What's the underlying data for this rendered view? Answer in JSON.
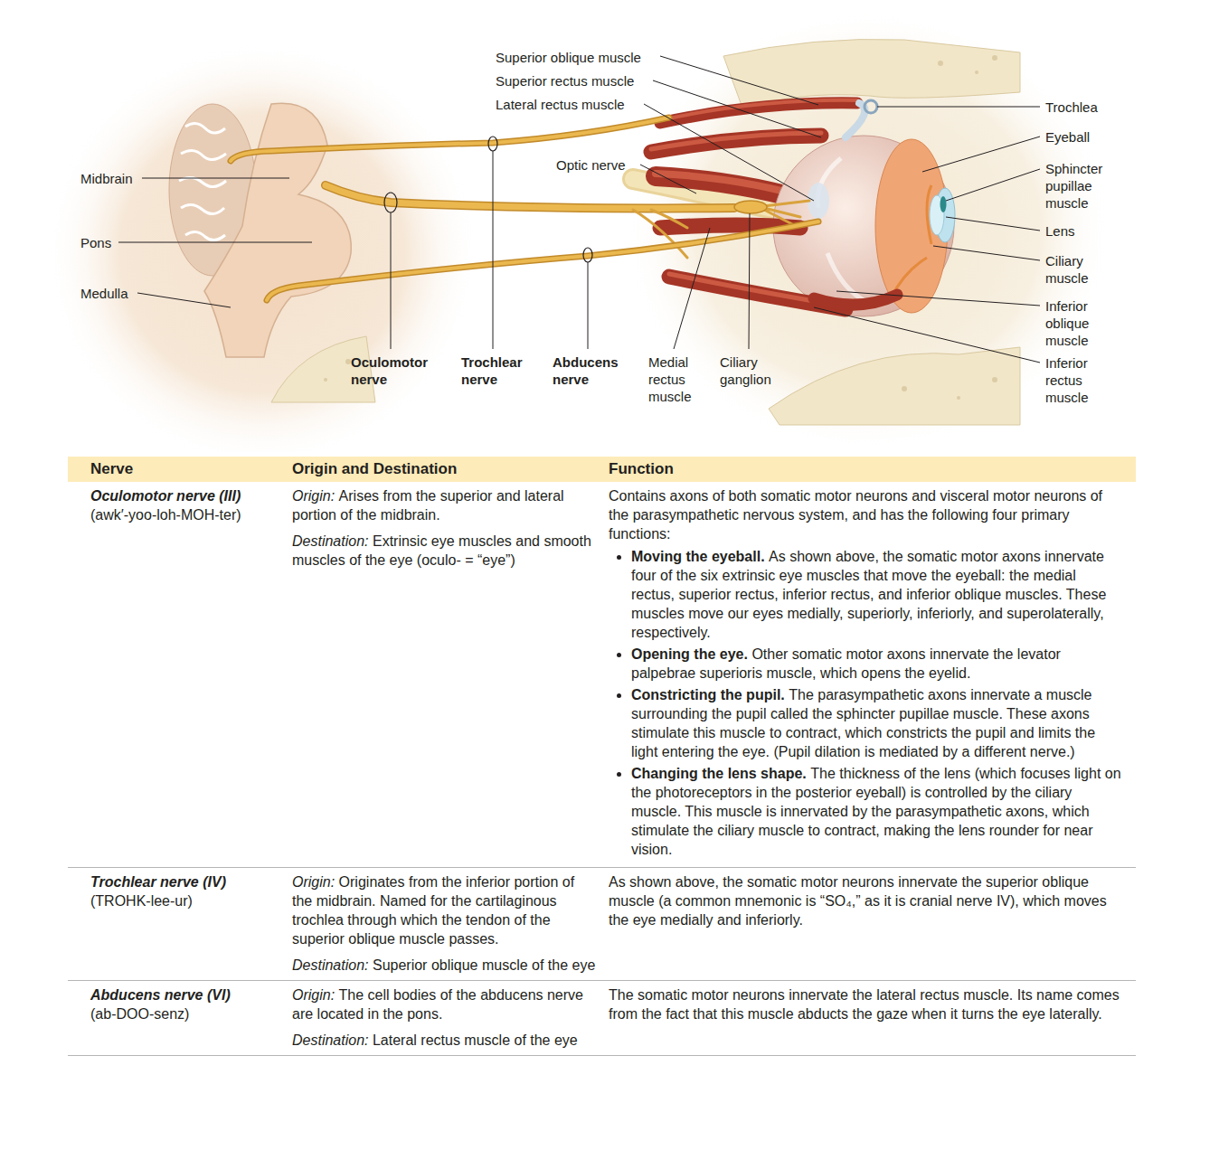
{
  "diagram": {
    "labels": [
      "Superior oblique muscle",
      "Superior rectus muscle",
      "Lateral rectus muscle",
      "Trochlea",
      "Eyeball",
      "Sphincter pupillae muscle",
      "Lens",
      "Ciliary muscle",
      "Inferior oblique muscle",
      "Inferior rectus muscle",
      "Midbrain",
      "Pons",
      "Medulla",
      "Optic nerve",
      "Oculomotor nerve",
      "Trochlear nerve",
      "Abducens nerve",
      "Medial rectus muscle",
      "Ciliary ganglion",
      "Nerve",
      "Origin and Destination",
      "Function",
      "Oculomotor nerve (III)",
      "(awk′-yoo-loh-MOH-ter)",
      "Origin:",
      "Arises from the superior and lateral portion of the midbrain.",
      "Destination:",
      "Extrinsic eye muscles and smooth muscles of the eye (oculo- = “eye”)",
      "Contains axons of both somatic motor neurons and visceral motor neurons of the parasympathetic nervous system, and has the following four primary functions:",
      "Moving the eyeball.",
      "As shown above, the somatic motor axons innervate four of the six extrinsic eye muscles that move the eyeball: the medial rectus, superior rectus, inferior rectus, and inferior oblique muscles. These muscles move our eyes medially, superiorly, inferiorly, and superolaterally, respectively.",
      "Opening the eye.",
      "Other somatic motor axons innervate the levator palpebrae superioris muscle, which opens the eyelid.",
      "Constricting the pupil.",
      "The parasympathetic axons innervate a muscle surrounding the pupil called the sphincter pupillae muscle. These axons stimulate this muscle to contract, which constricts the pupil and limits the light entering the eye. (Pupil dilation is mediated by a different nerve.)",
      "Changing the lens shape.",
      "The thickness of the lens (which focuses light on the photoreceptors in the posterior eyeball) is controlled by the ciliary muscle. This muscle is innervated by the parasympathetic axons, which stimulate the ciliary muscle to contract, making the lens rounder for near vision.",
      "Trochlear nerve (IV)",
      "(TROHK-lee-ur)",
      "Origin:",
      "Originates from the inferior portion of the midbrain. Named for the cartilaginous trochlea through which the tendon of the superior oblique muscle passes.",
      "Destination:",
      "Superior oblique muscle of the eye",
      "As shown above, the somatic motor neurons innervate the superior oblique muscle (a common mnemonic is “SO₄,” as it is cranial nerve IV), which moves the eye medially and inferiorly.",
      "Abducens nerve (VI)",
      "(ab-DOO-senz)",
      "Origin:",
      "The cell bodies of the abducens nerve are located in the pons.",
      "Destination:",
      "Lateral rectus muscle of the eye",
      "The somatic motor neurons innervate the lateral rectus muscle. Its name comes from the fact that this muscle abducts the gaze when it turns the eye laterally."
    ]
  }
}
